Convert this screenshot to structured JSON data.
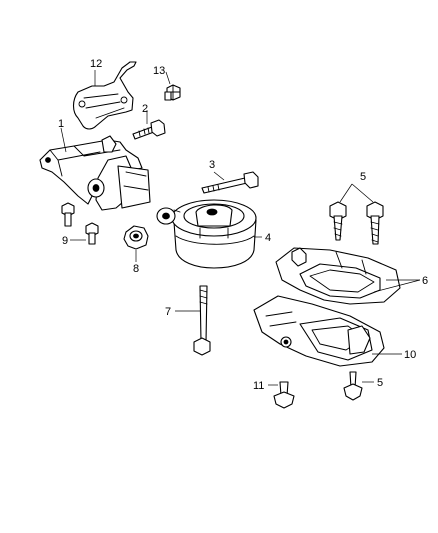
{
  "diagram": {
    "callouts": {
      "c1": "1",
      "c2": "2",
      "c3": "3",
      "c4": "4",
      "c5a": "5",
      "c5b": "5",
      "c6": "6",
      "c7": "7",
      "c8": "8",
      "c9": "9",
      "c10": "10",
      "c11": "11",
      "c12": "12",
      "c13": "13"
    }
  }
}
